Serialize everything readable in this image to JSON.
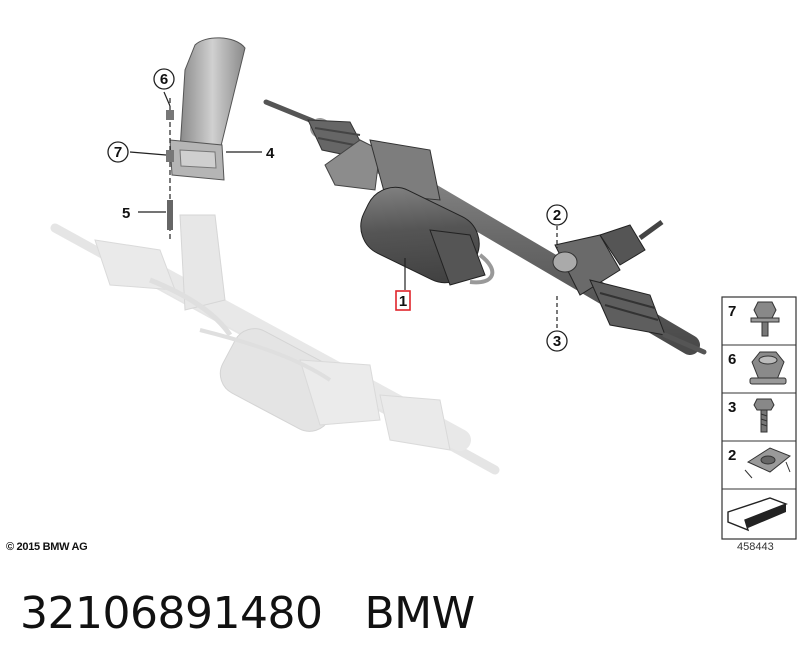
{
  "diagram": {
    "callouts": {
      "c1": "1",
      "c2": "2",
      "c3": "3",
      "c4": "4",
      "c5": "5",
      "c6": "6",
      "c7": "7"
    },
    "legend": [
      {
        "number": "7",
        "icon": "flange-bolt-icon"
      },
      {
        "number": "6",
        "icon": "hex-nut-icon"
      },
      {
        "number": "3",
        "icon": "screw-icon"
      },
      {
        "number": "2",
        "icon": "clip-nut-icon"
      },
      {
        "number": "",
        "icon": "direction-arrow-icon"
      }
    ],
    "copyright": "© 2015 BMW AG",
    "diagram_id": "458443"
  },
  "footer": {
    "part_number": "32106891480",
    "brand": "BMW"
  },
  "colors": {
    "highlight_box": "#e0242b",
    "part_dark": "#5a5a5a",
    "part_ghost": "#dcdcdc"
  }
}
